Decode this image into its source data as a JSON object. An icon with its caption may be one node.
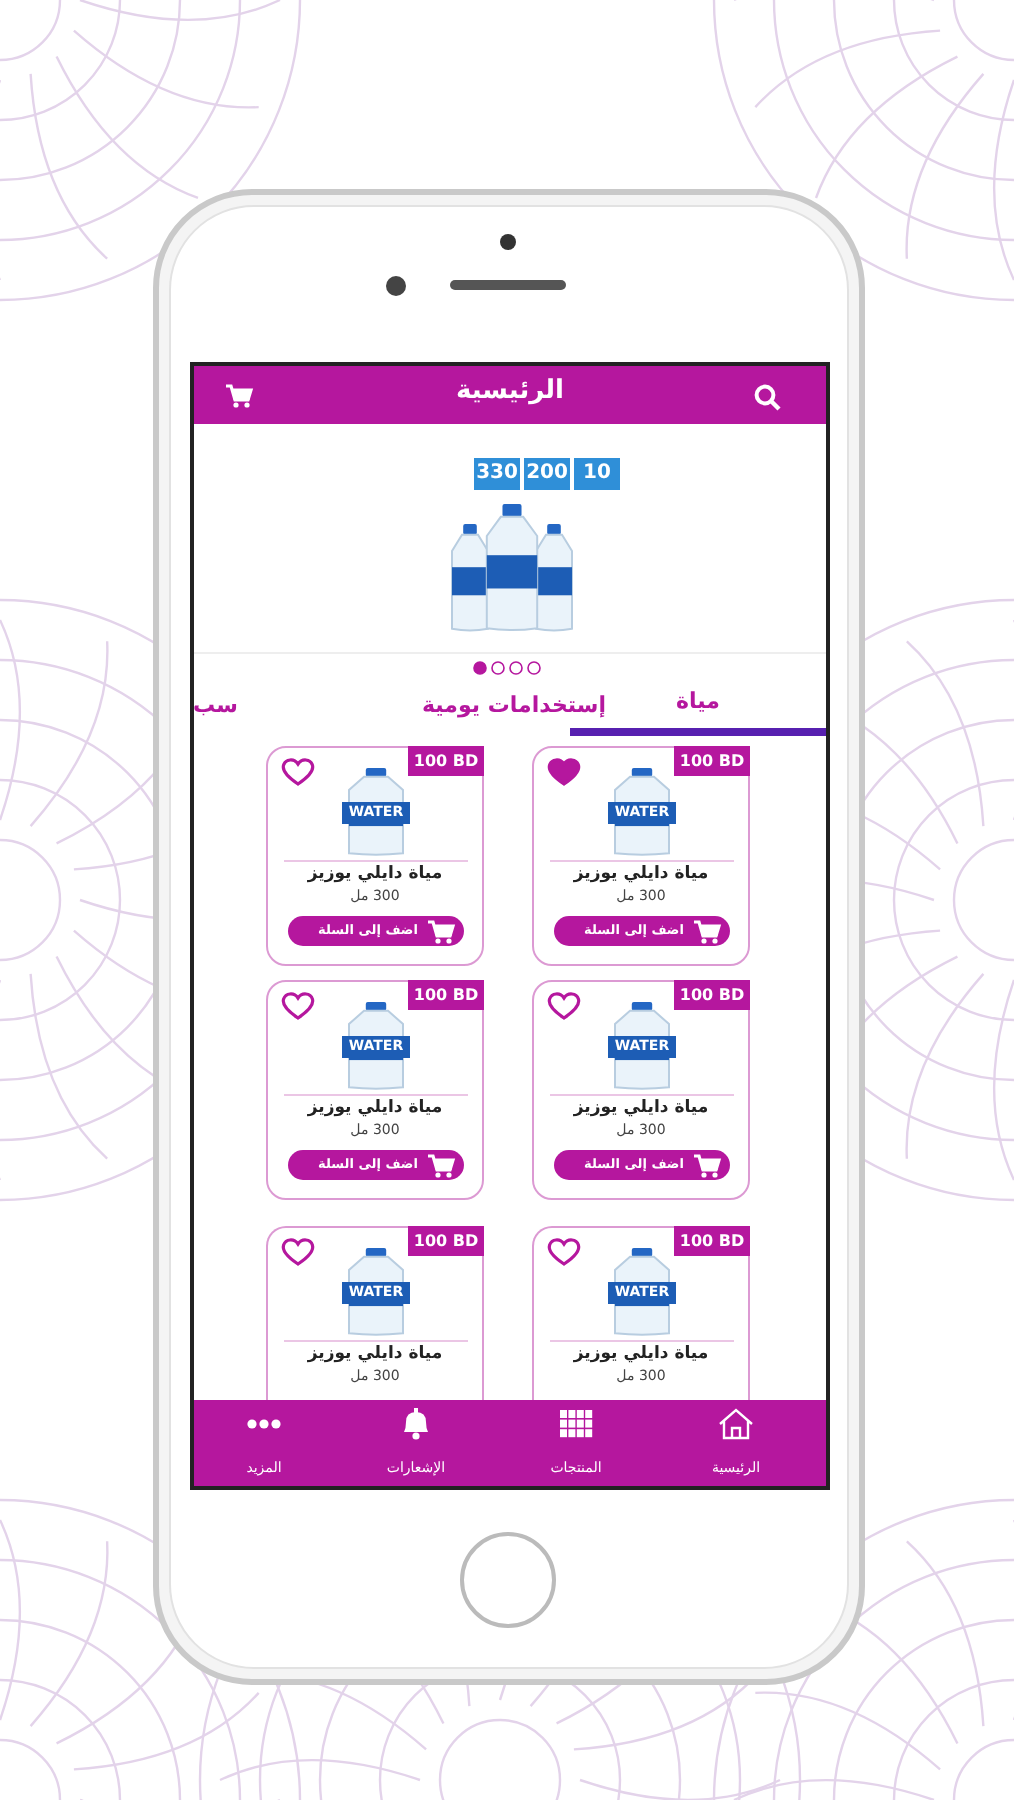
{
  "diagram": {
    "nodes": [
      {
        "text": [
          "الرئيسية"
        ]
      },
      {
        "text": [
          "10",
          "200",
          "330"
        ]
      },
      {
        "text": [
          "مياة"
        ]
      },
      {
        "text": [
          "إستخدامات يومية"
        ]
      },
      {
        "text": [
          "سب"
        ]
      },
      {
        "text": [
          "100 BD",
          "WATER",
          "مياة دايلي يوزيز",
          "300 مل"
        ]
      },
      {
        "text": [
          "اضف إلى السلة"
        ],
        "in": 5
      },
      {
        "text": [
          "100 BD",
          "WATER",
          "مياة دايلي يوزيز",
          "300 مل"
        ]
      },
      {
        "text": [
          "اضف إلى السلة"
        ],
        "in": 7
      },
      {
        "text": [
          "100 BD",
          "WATER",
          "مياة دايلي يوزيز",
          "300 مل"
        ]
      },
      {
        "text": [
          "اضف إلى السلة"
        ],
        "in": 9
      },
      {
        "text": [
          "100 BD",
          "WATER",
          "مياة دايلي يوزيز",
          "300 مل"
        ]
      },
      {
        "text": [
          "اضف إلى السلة"
        ],
        "in": 11
      },
      {
        "text": [
          "100 BD",
          "WATER",
          "مياة دايلي يوزيز",
          "300 مل"
        ]
      },
      {
        "text": [
          "100 BD",
          "WATER",
          "مياة دايلي يوزيز",
          "300 مل"
        ]
      },
      {
        "text": [],
        "shape": "bar"
      },
      {
        "text": [
          "الرئيسية"
        ],
        "in": 15
      },
      {
        "text": [
          "المنتجات"
        ],
        "in": 15
      },
      {
        "text": [
          "الإشعارات"
        ],
        "in": 15
      },
      {
        "text": [
          "المزيد"
        ],
        "in": 15
      }
    ]
  }
}
